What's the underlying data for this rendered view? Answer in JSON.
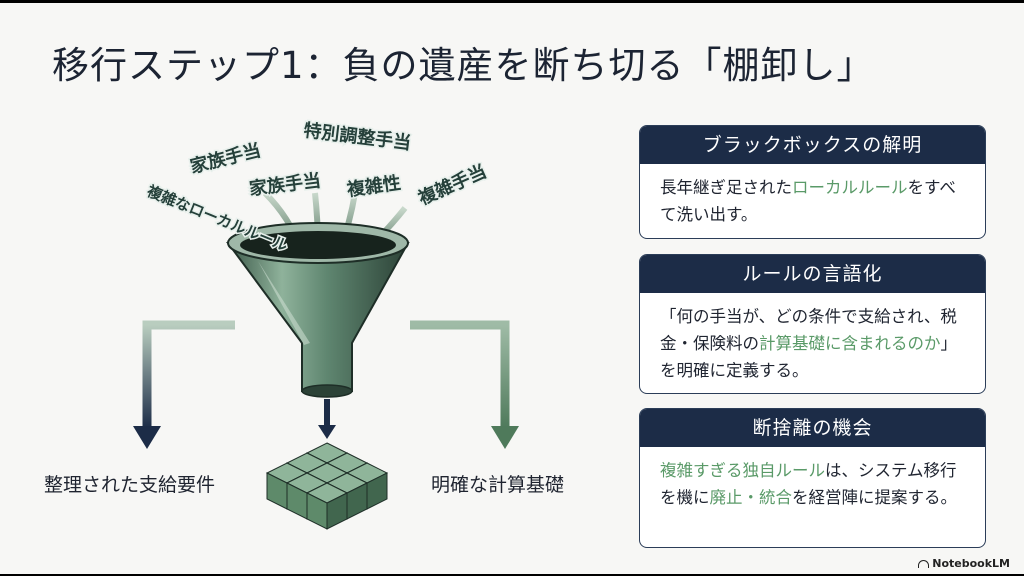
{
  "title": "移行ステップ1：負の遺産を断ち切る「棚卸し」",
  "illustration": {
    "keywords": [
      "家族手当",
      "特別調整手当",
      "複雑なローカルルール",
      "家族手当",
      "複雑性",
      "複雑手当"
    ],
    "left_label": "整理された支給要件",
    "right_label": "明確な計算基礎"
  },
  "cards": [
    {
      "heading": "ブラックボックスの解明",
      "segments": [
        {
          "text": "長年継ぎ足された",
          "hl": false
        },
        {
          "text": "ローカルルール",
          "hl": true
        },
        {
          "text": "をすべて洗い出す。",
          "hl": false
        }
      ]
    },
    {
      "heading": "ルールの言語化",
      "segments": [
        {
          "text": "「何の手当が、どの条件で支給され、税金・保険料の",
          "hl": false
        },
        {
          "text": "計算基礎に含まれるのか",
          "hl": true
        },
        {
          "text": "」を明確に定義する。",
          "hl": false
        }
      ]
    },
    {
      "heading": "断捨離の機会",
      "segments": [
        {
          "text": "複雑すぎる独自ルール",
          "hl": true
        },
        {
          "text": "は、システム移行を機に",
          "hl": false
        },
        {
          "text": "廃止・統合",
          "hl": true
        },
        {
          "text": "を経営陣に提案する。",
          "hl": false
        }
      ]
    }
  ],
  "brand": "NotebookLM",
  "colors": {
    "navy": "#1c2c47",
    "accent_green": "#5a9a68",
    "funnel_green": "#4f6e5c",
    "background": "#f7f7f5"
  }
}
